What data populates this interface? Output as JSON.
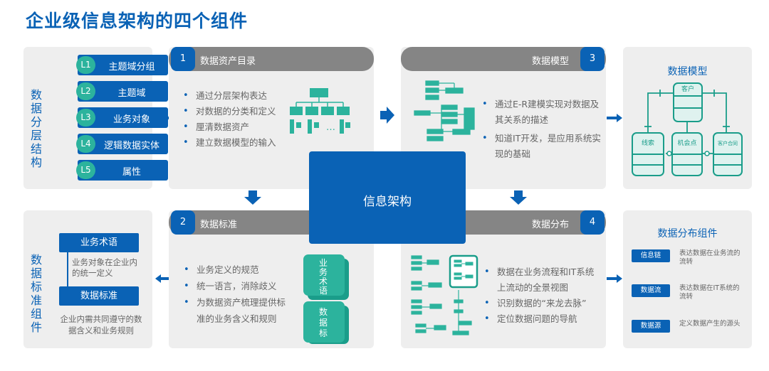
{
  "title": "企业级信息架构的四个组件",
  "center": "信息架构",
  "colors": {
    "blue": "#0a62b5",
    "teal": "#1a9d8a",
    "grey": "#858585",
    "panel": "#eeeeee"
  },
  "left_top": {
    "vertical_title": "数据分层结构",
    "levels": [
      {
        "code": "L1",
        "label": "主题域分组"
      },
      {
        "code": "L2",
        "label": "主题域"
      },
      {
        "code": "L3",
        "label": "业务对象"
      },
      {
        "code": "L4",
        "label": "逻辑数据实体"
      },
      {
        "code": "L5",
        "label": "属性"
      }
    ]
  },
  "left_bottom": {
    "vertical_title": "数据标准组件",
    "box1": "业务术语",
    "box1_desc": "业务对象在企业内的统一定义",
    "box2": "数据标准",
    "box2_desc": "企业内需共同遵守的数据含义和业务规则"
  },
  "panel1": {
    "num": "1",
    "title": "数据资产目录",
    "bullets": [
      "通过分层架构表达",
      "对数据的分类和定义",
      "厘清数据资产",
      "建立数据模型的输入"
    ],
    "ellipsis": "…"
  },
  "panel2": {
    "num": "2",
    "title": "数据标准",
    "bullets": [
      "业务定义的规范",
      "统一语言，消除歧义",
      "为数据资产梳理提供标准的业务含义和规则"
    ],
    "card1": "业务术语",
    "card2": "数据标"
  },
  "panel3": {
    "num": "3",
    "title": "数据模型",
    "bullets": [
      "通过E-R建模实现对数据及其关系的描述",
      "知道IT开发，是应用系统实现的基础"
    ]
  },
  "panel4": {
    "num": "4",
    "title": "数据分布",
    "bullets": [
      "数据在业务流程和IT系统上流动的全景视图",
      "识别数据的“来龙去脉”",
      "定位数据问题的导航"
    ]
  },
  "right_top": {
    "title": "数据模型",
    "entities": [
      "客户",
      "线索",
      "机会点",
      "客户合同"
    ]
  },
  "right_bottom": {
    "title": "数据分布组件",
    "items": [
      {
        "tag": "信息链",
        "desc": "表达数据在业务流的流转"
      },
      {
        "tag": "数据流",
        "desc": "表达数据在IT系统的流转"
      },
      {
        "tag": "数据源",
        "desc": "定义数据产生的源头"
      }
    ]
  }
}
